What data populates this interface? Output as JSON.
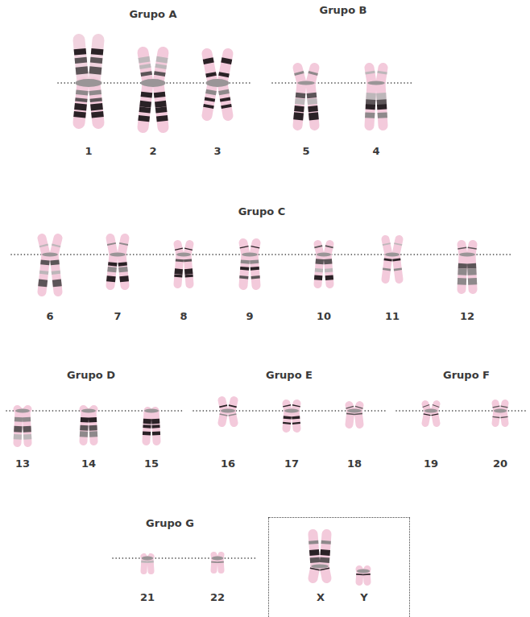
{
  "diagram": {
    "nodes": [
      {
        "text": [
          "X",
          "Y"
        ]
      }
    ],
    "labels": [
      "Grupo A",
      "Grupo B",
      "1",
      "2",
      "3",
      "5",
      "4",
      "Grupo C",
      "6",
      "7",
      "8",
      "9",
      "10",
      "11",
      "12",
      "Grupo D",
      "Grupo E",
      "Grupo F",
      "13",
      "14",
      "15",
      "16",
      "17",
      "18",
      "19",
      "20",
      "Grupo G",
      "21",
      "22"
    ]
  }
}
